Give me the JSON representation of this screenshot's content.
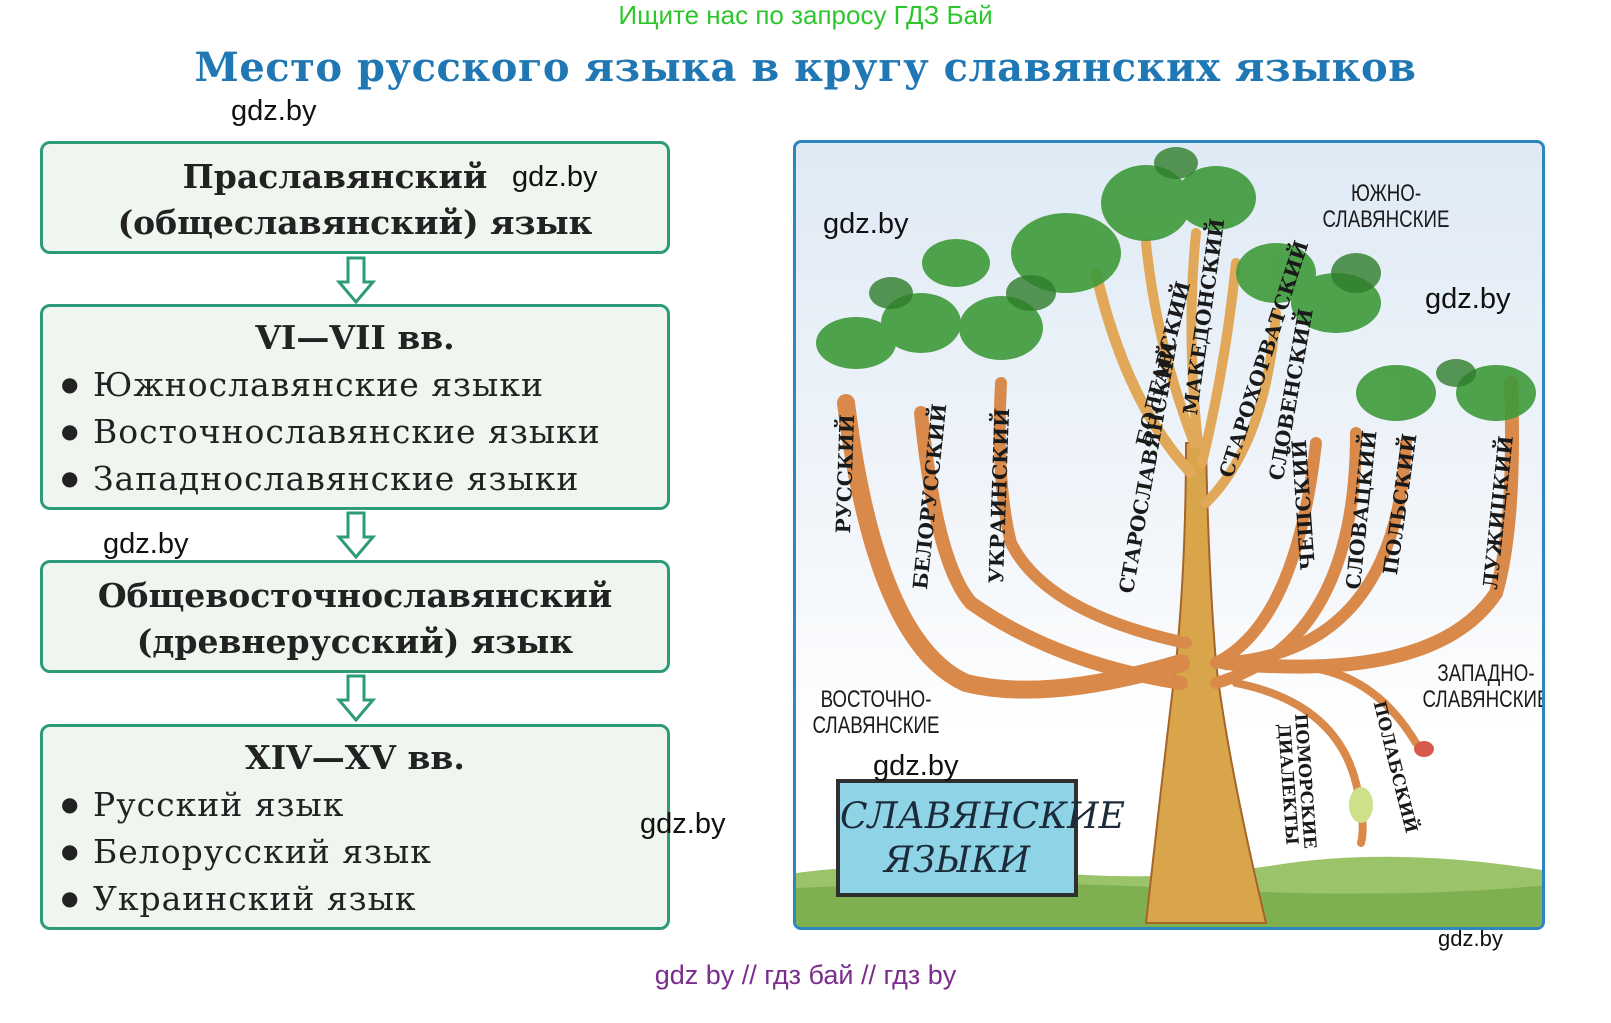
{
  "banner": "Ищите нас по запросу ГДЗ Бай",
  "title": "Место русского языка в кругу славянских языков",
  "watermark": "gdz.by",
  "boxes": {
    "b1": {
      "line1": "Праславянский",
      "line2": "(общеславянский) язык"
    },
    "b2": {
      "heading": "VI—VII вв.",
      "items": [
        "Южнославянские языки",
        "Восточнославянские языки",
        "Западнославянские языки"
      ]
    },
    "b3": {
      "line1": "Общевосточнославянский",
      "line2": "(древнерусский) язык"
    },
    "b4": {
      "heading": "XIV—XV вв.",
      "items": [
        "Русский язык",
        "Белорусский язык",
        "Украинский язык"
      ]
    }
  },
  "tree": {
    "branches": [
      "РУССКИЙ",
      "БЕЛОРУССКИЙ",
      "УКРАИНСКИЙ",
      "СТАРОСЛАВЯНСКИЙ",
      "БОЛГАРСКИЙ",
      "МАКЕДОНСКИЙ",
      "СТАРОХОРВАТСКИЙ",
      "СЛОВЕНСКИЙ",
      "ЧЕШСКИЙ",
      "СЛОВАЦКИЙ",
      "ПОЛЬСКИЙ",
      "ЛУЖИЦКИЙ"
    ],
    "groups": {
      "south": [
        "ЮЖНО-",
        "СЛАВЯНСКИЕ"
      ],
      "east": [
        "ВОСТОЧНО-",
        "СЛАВЯНСКИЕ"
      ],
      "west": [
        "ЗАПАДНО-",
        "СЛАВЯНСКИЕ"
      ]
    },
    "roots": {
      "pomor_1": "ПОМОРСКИЕ",
      "pomor_2": "ДИАЛЕКТЫ",
      "polab": "ПОЛАБСКИЙ"
    },
    "sign": {
      "line1": "СЛАВЯНСКИЕ",
      "line2": "ЯЗЫКИ"
    }
  },
  "footer": "gdz by  //  гдз бай  //  гдз by",
  "colors": {
    "title": "#1f77b4",
    "banner": "#2dc72d",
    "box_border": "#2e9b78",
    "box_fill": "#eef6ef",
    "footer": "#7a2d8c"
  }
}
